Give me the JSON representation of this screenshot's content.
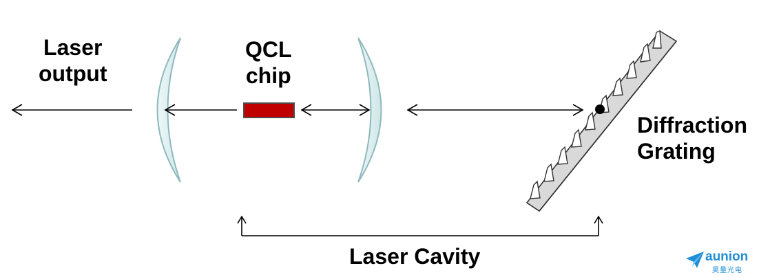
{
  "labels": {
    "laser_output": [
      "Laser",
      "output"
    ],
    "qcl_chip": [
      "QCL",
      "chip"
    ],
    "diffraction_grating": [
      "Diffraction",
      "Grating"
    ],
    "laser_cavity": "Laser Cavity"
  },
  "logo": {
    "wordmark": "aunion",
    "subtitle": "昊量光电"
  },
  "colors": {
    "lens_fill": "#dff0f0",
    "lens_stroke": "#8fb9bd",
    "chip_fill": "#c00000",
    "chip_stroke": "#4d4d4d",
    "grating_fill": "#d9d9d9",
    "brand": "#1f8fd6"
  }
}
